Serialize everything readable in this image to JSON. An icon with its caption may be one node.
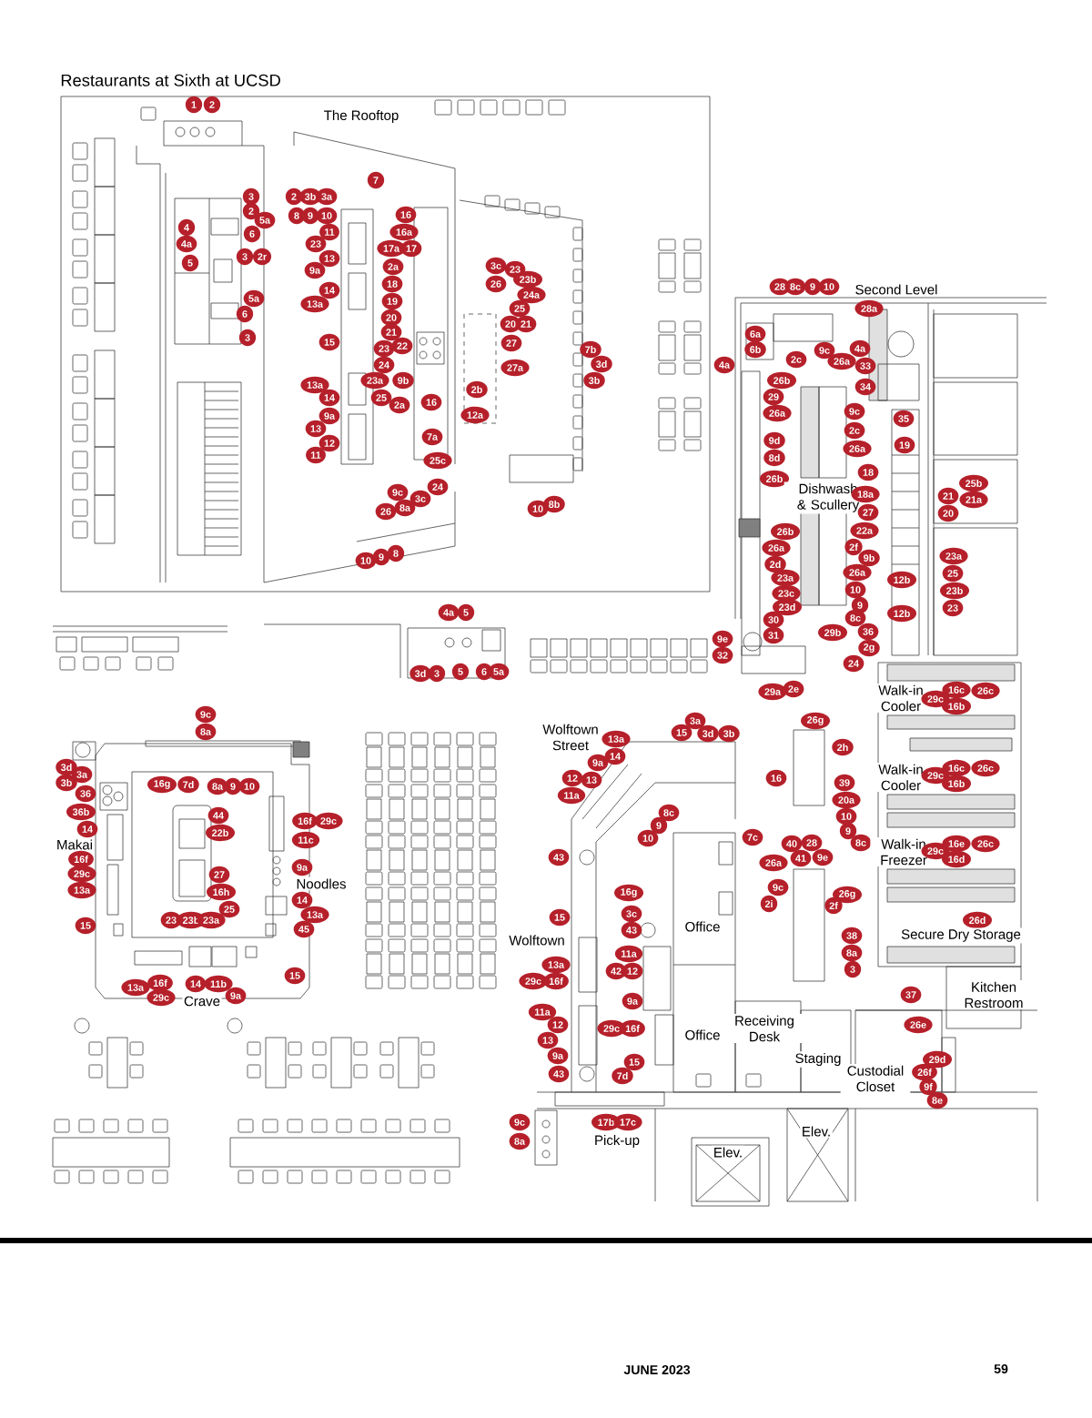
{
  "diagram": {
    "title": "Restaurants at Sixth at UCSD",
    "labels": [
      "The Rooftop",
      "1",
      "2",
      "3",
      "2",
      "5a",
      "6",
      "4",
      "4a",
      "5",
      "3",
      "2r",
      "5a",
      "6",
      "3",
      "7",
      "2",
      "3b",
      "3a",
      "8",
      "9",
      "10",
      "11",
      "23",
      "13",
      "9a",
      "14",
      "13a",
      "15",
      "13a",
      "14",
      "9a",
      "13",
      "12",
      "11",
      "16",
      "16a",
      "17a",
      "17",
      "2a",
      "18",
      "19",
      "20",
      "21",
      "23",
      "22",
      "24",
      "23a",
      "9b",
      "25",
      "2a",
      "16",
      "7a",
      "3c",
      "23",
      "26",
      "23b",
      "24a",
      "25",
      "20",
      "21",
      "27",
      "27a",
      "2b",
      "12a",
      "25c",
      "7b",
      "3d",
      "3b",
      "10",
      "8b",
      "9c",
      "3c",
      "24",
      "26",
      "8a",
      "10",
      "9",
      "8",
      "4a",
      "5",
      "3d",
      "3",
      "5",
      "6",
      "5a",
      "Second Level",
      "28",
      "8c",
      "9",
      "10",
      "28a",
      "6a",
      "6b",
      "4a",
      "2c",
      "9c",
      "26a",
      "4a",
      "33",
      "26b",
      "34",
      "29",
      "26a",
      "9c",
      "2c",
      "35",
      "26a",
      "19",
      "9d",
      "8d",
      "26b",
      "Dishwash & Scullery",
      "18",
      "18a",
      "27",
      "21",
      "20",
      "25b",
      "21a",
      "26b",
      "26a",
      "2f",
      "22a",
      "9b",
      "26a",
      "2d",
      "23a",
      "23c",
      "23d",
      "10",
      "9",
      "30",
      "8c",
      "31",
      "29b",
      "12b",
      "12b",
      "23a",
      "25",
      "23b",
      "23",
      "36",
      "2g",
      "24",
      "9e",
      "32",
      "29a",
      "2e",
      "Walk-in Cooler",
      "29c",
      "16c",
      "16b",
      "26c",
      "26g",
      "2h",
      "16",
      "39",
      "20a",
      "10",
      "9",
      "40",
      "28",
      "8c",
      "41",
      "9e",
      "Walk-in Cooler",
      "29c",
      "16c",
      "16b",
      "26c",
      "Walk-in Freezer",
      "29c",
      "16e",
      "16d",
      "26c",
      "26g",
      "2f",
      "26d",
      "Secure Dry Storage",
      "38",
      "8a",
      "3",
      "37",
      "Kitchen Restroom",
      "26e",
      "29d",
      "26f",
      "9f",
      "8e",
      "Custodial Closet",
      "Staging",
      "Receiving Desk",
      "Office",
      "Office",
      "Elev.",
      "Elev.",
      "Wolftown Street",
      "3a",
      "15",
      "3d",
      "3b",
      "13a",
      "14",
      "9a",
      "12",
      "13",
      "11a",
      "8c",
      "9",
      "10",
      "7c",
      "26a",
      "9c",
      "2i",
      "43",
      "16g",
      "15",
      "3c",
      "43",
      "11a",
      "42",
      "12",
      "9a",
      "Wolftown",
      "13a",
      "29c",
      "16f",
      "11a",
      "12",
      "13",
      "9a",
      "43",
      "29c",
      "16f",
      "15",
      "7d",
      "17b",
      "17c",
      "Pick-up",
      "9c",
      "8a",
      "9c",
      "8a",
      "3d",
      "3a",
      "3b",
      "36",
      "36b",
      "14",
      "Makai",
      "16f",
      "29c",
      "13a",
      "15",
      "16g",
      "7d",
      "8a",
      "9",
      "10",
      "44",
      "22b",
      "27",
      "16h",
      "25",
      "23",
      "23b",
      "23a",
      "16f",
      "29c",
      "11c",
      "9a",
      "Noodles",
      "14",
      "13a",
      "45",
      "15",
      "13a",
      "16f",
      "29c",
      "14",
      "11b",
      "9a",
      "Crave",
      "JUNE 2023",
      "59"
    ]
  }
}
